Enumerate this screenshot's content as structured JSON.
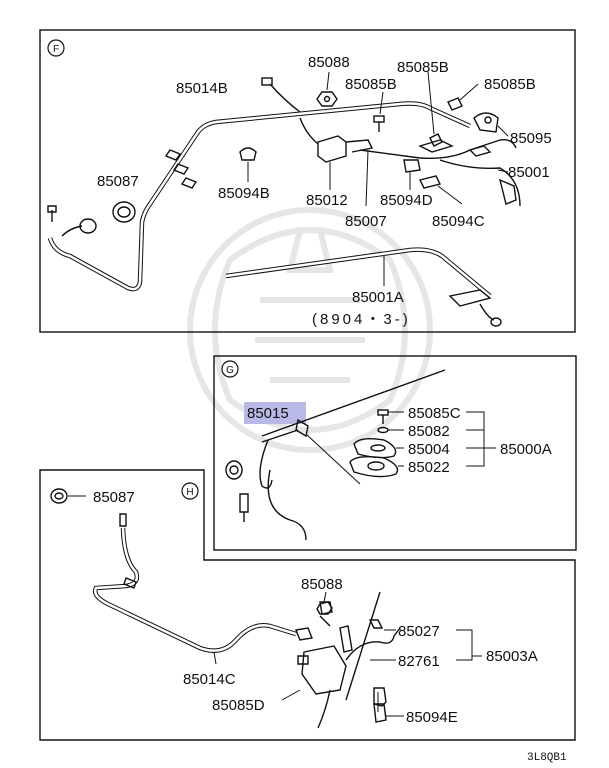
{
  "sections": {
    "F": {
      "marker": "F",
      "labels": {
        "p85088": "85088",
        "p85085B_1": "85085B",
        "p85085B_2": "85085B",
        "p85085B_3": "85085B",
        "p85014B": "85014B",
        "p85095": "85095",
        "p85001": "85001",
        "p85087": "85087",
        "p85094B": "85094B",
        "p85012": "85012",
        "p85094D": "85094D",
        "p85007": "85007",
        "p85094C": "85094C",
        "p85001A": "85001A",
        "date_note": "(8904・3-)"
      }
    },
    "G": {
      "marker": "G",
      "labels": {
        "p85015": "85015",
        "p85085C": "85085C",
        "p85082": "85082",
        "p85004": "85004",
        "p85022": "85022",
        "p85000A": "85000A"
      },
      "highlight_color": "#b9b9e8"
    },
    "H": {
      "marker": "H",
      "labels": {
        "p85087": "85087",
        "p85088": "85088",
        "p85027": "85027",
        "p82761": "82761",
        "p85003A": "85003A",
        "p85014C": "85014C",
        "p85085D": "85085D",
        "p85094E": "85094E"
      }
    }
  },
  "diagram_code": "3L8QB1"
}
